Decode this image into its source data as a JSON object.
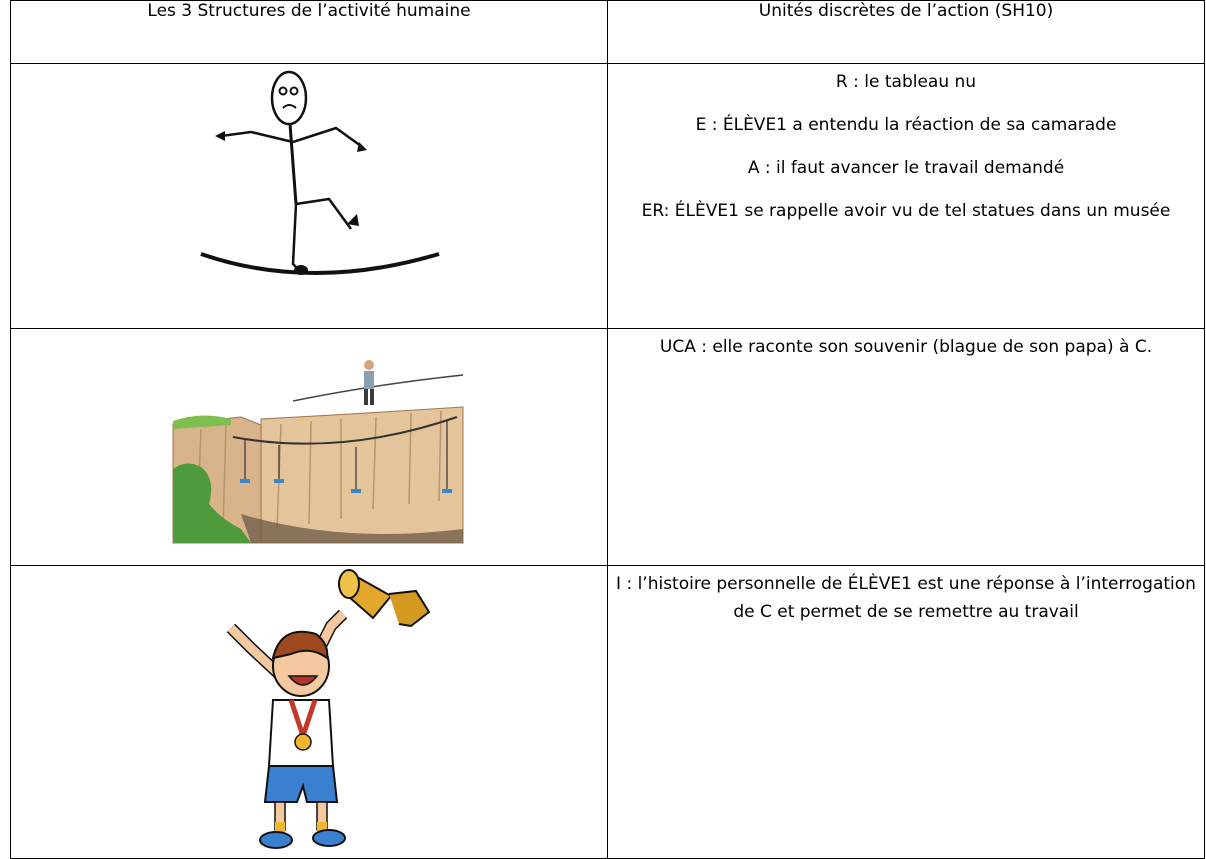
{
  "table": {
    "headers": [
      "Les 3 Structures de l’activité humaine",
      "Unités discrètes de l’action (SH10)"
    ],
    "rows": [
      {
        "image": "stick-figure-tightrope-walker",
        "lines": [
          "R :  le tableau nu",
          "E : ÉLÈVE1 a entendu la réaction de sa camarade",
          "A : il faut avancer le travail demandé",
          "ER: ÉLÈVE1 se rappelle avoir vu de tel statues dans un musée"
        ]
      },
      {
        "image": "tightrope-over-canyon",
        "lines": [
          "UCA : elle raconte son souvenir (blague de son papa) à C."
        ]
      },
      {
        "image": "boy-holding-trophy",
        "lines": [
          "I :  l’histoire personnelle de ÉLÈVE1 est une réponse à l’interrogation de C et permet de se remettre au travail"
        ]
      }
    ]
  }
}
